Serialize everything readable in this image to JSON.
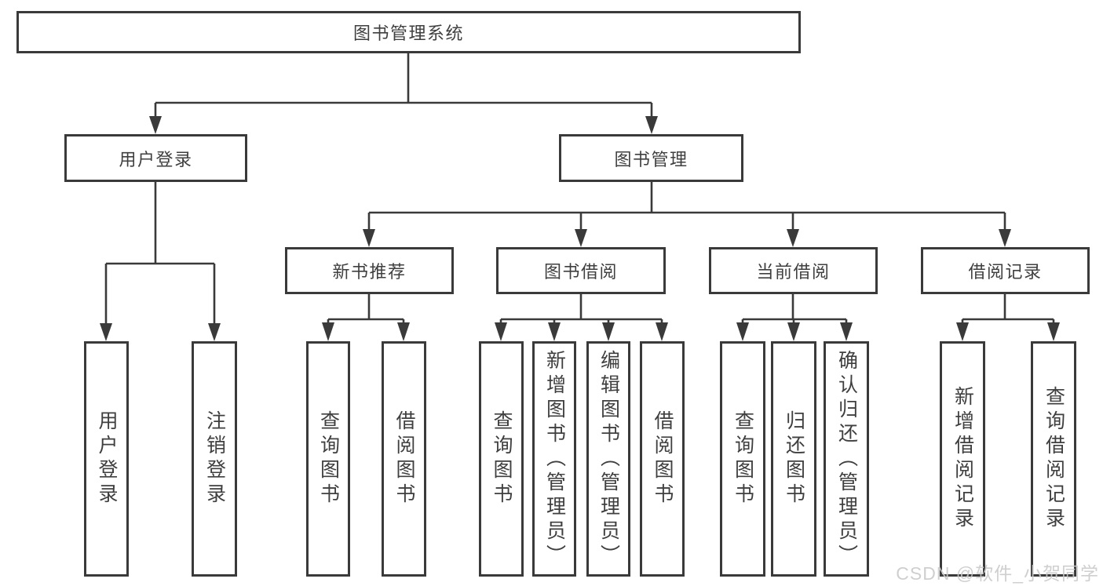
{
  "tree": {
    "label": "图书管理系统",
    "children": [
      {
        "label": "用户登录",
        "children": [
          {
            "label": "用户登录"
          },
          {
            "label": "注销登录"
          }
        ]
      },
      {
        "label": "图书管理",
        "children": [
          {
            "label": "新书推荐",
            "children": [
              {
                "label": "查询图书"
              },
              {
                "label": "借阅图书"
              }
            ]
          },
          {
            "label": "图书借阅",
            "children": [
              {
                "label": "查询图书"
              },
              {
                "label": "新增图书（管理员）"
              },
              {
                "label": "编辑图书（管理员）"
              },
              {
                "label": "借阅图书"
              }
            ]
          },
          {
            "label": "当前借阅",
            "children": [
              {
                "label": "查询图书"
              },
              {
                "label": "归还图书"
              },
              {
                "label": "确认归还（管理员）"
              }
            ]
          },
          {
            "label": "借阅记录",
            "children": [
              {
                "label": "新增借阅记录"
              },
              {
                "label": "查询借阅记录"
              }
            ]
          }
        ]
      }
    ]
  },
  "watermark": {
    "text": "CSDN @软件_小贺同学"
  },
  "colors": {
    "line": "#3a3a3a",
    "text": "#3f3f3f",
    "node_bg": "#ffffff",
    "page_bg": "#ffffff",
    "watermark": "#c9c9c9"
  }
}
